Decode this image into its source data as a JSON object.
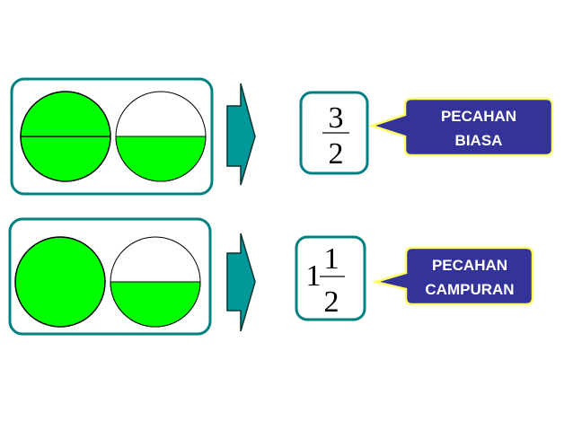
{
  "colors": {
    "fill_green": "#00ff00",
    "frame_teal": "#008080",
    "arrow_teal": "#009999",
    "callout_fill": "#333399",
    "callout_border": "#ffff66"
  },
  "rows": [
    {
      "name": "improper-fraction-row",
      "circles": [
        {
          "name": "circle-1",
          "filled_fraction": 1,
          "divided": true
        },
        {
          "name": "circle-2",
          "filled_fraction": 0.5,
          "divided": true
        }
      ],
      "fraction": {
        "whole": "",
        "numerator": "3",
        "denominator": "2"
      },
      "callout": {
        "line1": "PECAHAN",
        "line2": "BIASA"
      }
    },
    {
      "name": "mixed-number-row",
      "circles": [
        {
          "name": "circle-1",
          "filled_fraction": 1,
          "divided": false
        },
        {
          "name": "circle-2",
          "filled_fraction": 0.5,
          "divided": true
        }
      ],
      "fraction": {
        "whole": "1",
        "numerator": "1",
        "denominator": "2"
      },
      "callout": {
        "line1": "PECAHAN",
        "line2": "CAMPURAN"
      }
    }
  ]
}
